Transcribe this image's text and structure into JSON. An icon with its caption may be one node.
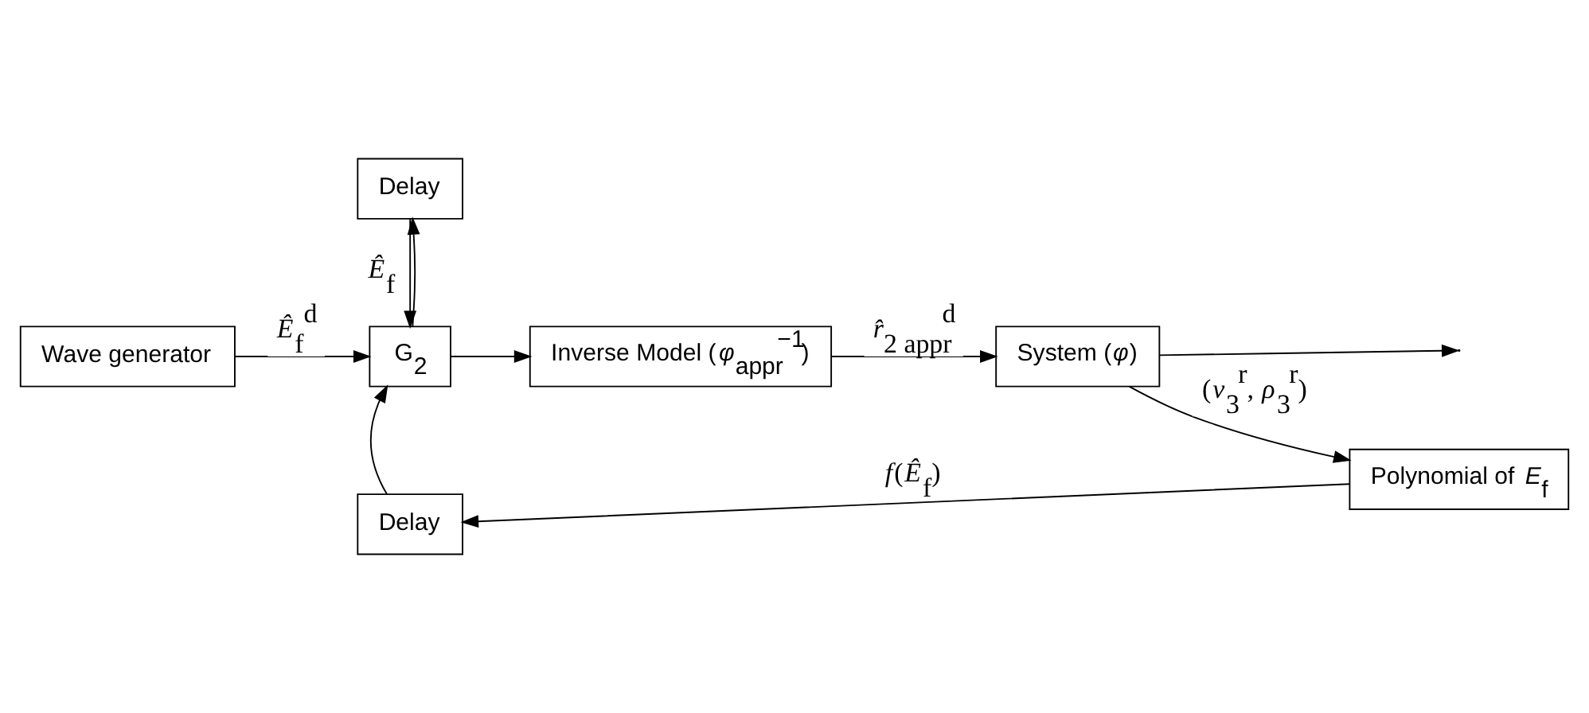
{
  "diagram": {
    "nodes": [
      {
        "text": [
          "Wave generator"
        ]
      },
      {
        "text": [
          "G$_{2}$"
        ]
      },
      {
        "text": [
          "Delay"
        ]
      },
      {
        "text": [
          "Inverse Model (*φ*$_{appr}$$^{−1}$)"
        ]
      },
      {
        "text": [
          "System (*φ*)"
        ]
      },
      {
        "text": [
          "Polynomial of *E*$_{f}$"
        ]
      },
      {
        "text": [
          "Delay"
        ]
      }
    ],
    "edges": [
      {
        "from": 0,
        "to": 1,
        "arrow": "to",
        "label": "*Ê*$_{f}$$^{d}$"
      },
      {
        "from": 2,
        "to": 1,
        "arrow": "to",
        "label": "*Ê*$_{f}$"
      },
      {
        "from": 1,
        "to": 3,
        "arrow": "to"
      },
      {
        "from": 1,
        "to": 2,
        "arrow": "to"
      },
      {
        "from": 3,
        "to": 4,
        "arrow": "to",
        "label": "*r̂*$_{2 appr}$$^{d}$"
      },
      {
        "from": 4,
        "to": 5,
        "arrow": "to",
        "label": "(*v*$_{3}$$^{r}$, *ρ*$_{3}$$^{r}$)"
      },
      {
        "from": 4,
        "to": null,
        "arrow": "to"
      },
      {
        "from": 5,
        "to": 6,
        "arrow": "to",
        "label": "*f*(*Ê*$_{f}$)"
      },
      {
        "from": 6,
        "to": 1,
        "arrow": "to"
      }
    ]
  }
}
